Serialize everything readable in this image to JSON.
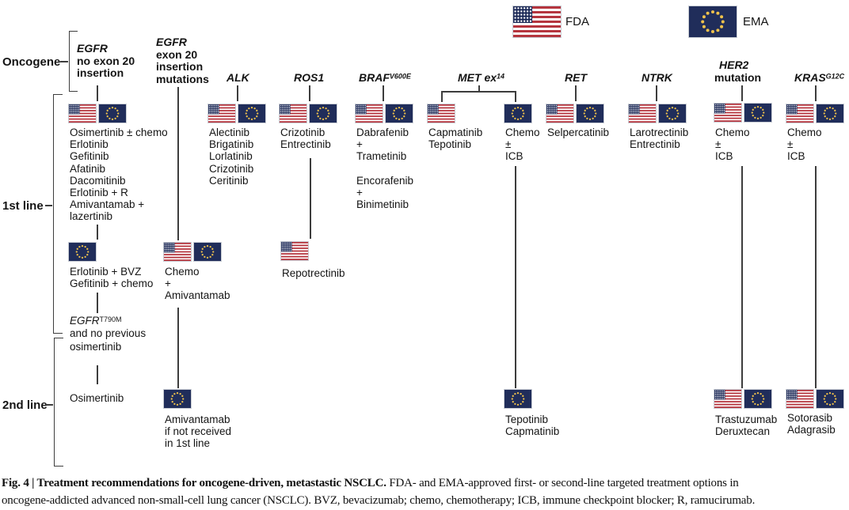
{
  "legend": {
    "fda": "FDA",
    "ema": "EMA"
  },
  "row_labels": {
    "oncogene": "Oncogene",
    "first_line": "1st line",
    "second_line": "2nd line"
  },
  "columns": [
    {
      "gene": "EGFR",
      "sub": [
        "no exon 20",
        "insertion"
      ],
      "first_line": {
        "flags": [
          "FDA",
          "EMA"
        ],
        "drugs": [
          "Osimertinib ± chemo",
          "Erlotinib",
          "Gefitinib",
          "Afatinib",
          "Dacomitinib",
          "Erlotinib + R",
          "Amivantamab +",
          "lazertinib"
        ]
      },
      "first_line_ema": {
        "flags": [
          "EMA"
        ],
        "drugs": [
          "Erlotinib + BVZ",
          "Gefitinib + chemo"
        ]
      },
      "note": {
        "gene": "EGFR",
        "sup": "T790M",
        "lines": [
          "and no previous",
          "osimertinib"
        ]
      },
      "second_line": {
        "drugs": [
          "Osimertinib"
        ]
      }
    },
    {
      "gene": "EGFR",
      "sub": [
        "exon 20",
        "insertion",
        "mutations"
      ],
      "first_line": {
        "flags": [
          "FDA",
          "EMA"
        ],
        "drugs": [
          "Chemo",
          "+",
          "Amivantamab"
        ]
      },
      "second_line": {
        "flags": [
          "EMA"
        ],
        "drugs": [
          "Amivantamab",
          "if not received",
          "in 1st line"
        ]
      }
    },
    {
      "gene": "ALK",
      "first_line": {
        "flags": [
          "FDA",
          "EMA"
        ],
        "drugs": [
          "Alectinib",
          "Brigatinib",
          "Lorlatinib",
          "Crizotinib",
          "Ceritinib"
        ]
      }
    },
    {
      "gene": "ROS1",
      "first_line": {
        "flags": [
          "FDA",
          "EMA"
        ],
        "drugs": [
          "Crizotinib",
          "Entrectinib"
        ]
      },
      "first_line_fda": {
        "flags": [
          "FDA"
        ],
        "drugs": [
          "Repotrectinib"
        ]
      }
    },
    {
      "gene": "BRAF",
      "sup": "V600E",
      "first_line": {
        "flags": [
          "FDA",
          "EMA"
        ],
        "drugs": [
          "Dabrafenib",
          "+",
          "Trametinib"
        ],
        "drugs_alt": [
          "Encorafenib",
          "+",
          "Binimetinib"
        ]
      }
    },
    {
      "gene": "MET ex",
      "sup": "14",
      "first_line_fda": {
        "flags": [
          "FDA"
        ],
        "drugs": [
          "Capmatinib",
          "Tepotinib"
        ]
      },
      "first_line_ema": {
        "flags": [
          "EMA"
        ],
        "drugs": [
          "Chemo",
          "±",
          "ICB"
        ]
      },
      "second_line": {
        "flags": [
          "EMA"
        ],
        "drugs": [
          "Tepotinib",
          "Capmatinib"
        ]
      }
    },
    {
      "gene": "RET",
      "first_line": {
        "flags": [
          "FDA",
          "EMA"
        ],
        "drugs": [
          "Selpercatinib"
        ]
      }
    },
    {
      "gene": "NTRK",
      "first_line": {
        "flags": [
          "FDA",
          "EMA"
        ],
        "drugs": [
          "Larotrectinib",
          "Entrectinib"
        ]
      }
    },
    {
      "gene": "HER2",
      "sub": [
        "mutation"
      ],
      "first_line": {
        "flags": [
          "FDA",
          "EMA"
        ],
        "drugs": [
          "Chemo",
          "±",
          "ICB"
        ]
      },
      "second_line": {
        "flags": [
          "FDA",
          "EMA"
        ],
        "drugs": [
          "Trastuzumab",
          "Deruxtecan"
        ]
      }
    },
    {
      "gene": "KRAS",
      "sup": "G12C",
      "first_line": {
        "flags": [
          "FDA",
          "EMA"
        ],
        "drugs": [
          "Chemo",
          "±",
          "ICB"
        ]
      },
      "second_line": {
        "flags": [
          "FDA",
          "EMA"
        ],
        "drugs": [
          "Sotorasib",
          "Adagrasib"
        ]
      }
    }
  ],
  "caption": {
    "bold": "Fig. 4 | Treatment recommendations for oncogene-driven, metastastic NSCLC.",
    "line1_rest": " FDA- and EMA-approved first- or second-line targeted treatment options in",
    "line2": "oncogene-addicted advanced non-small-cell lung cancer (NSCLC). BVZ, bevacizumab; chemo, chemotherapy; ICB, immune checkpoint blocker; R, ramucirumab."
  },
  "colors": {
    "us_red": "#b5353e",
    "navy": "#202d5a",
    "star_gold": "#f0c24b",
    "line": "#3d3d3d"
  }
}
